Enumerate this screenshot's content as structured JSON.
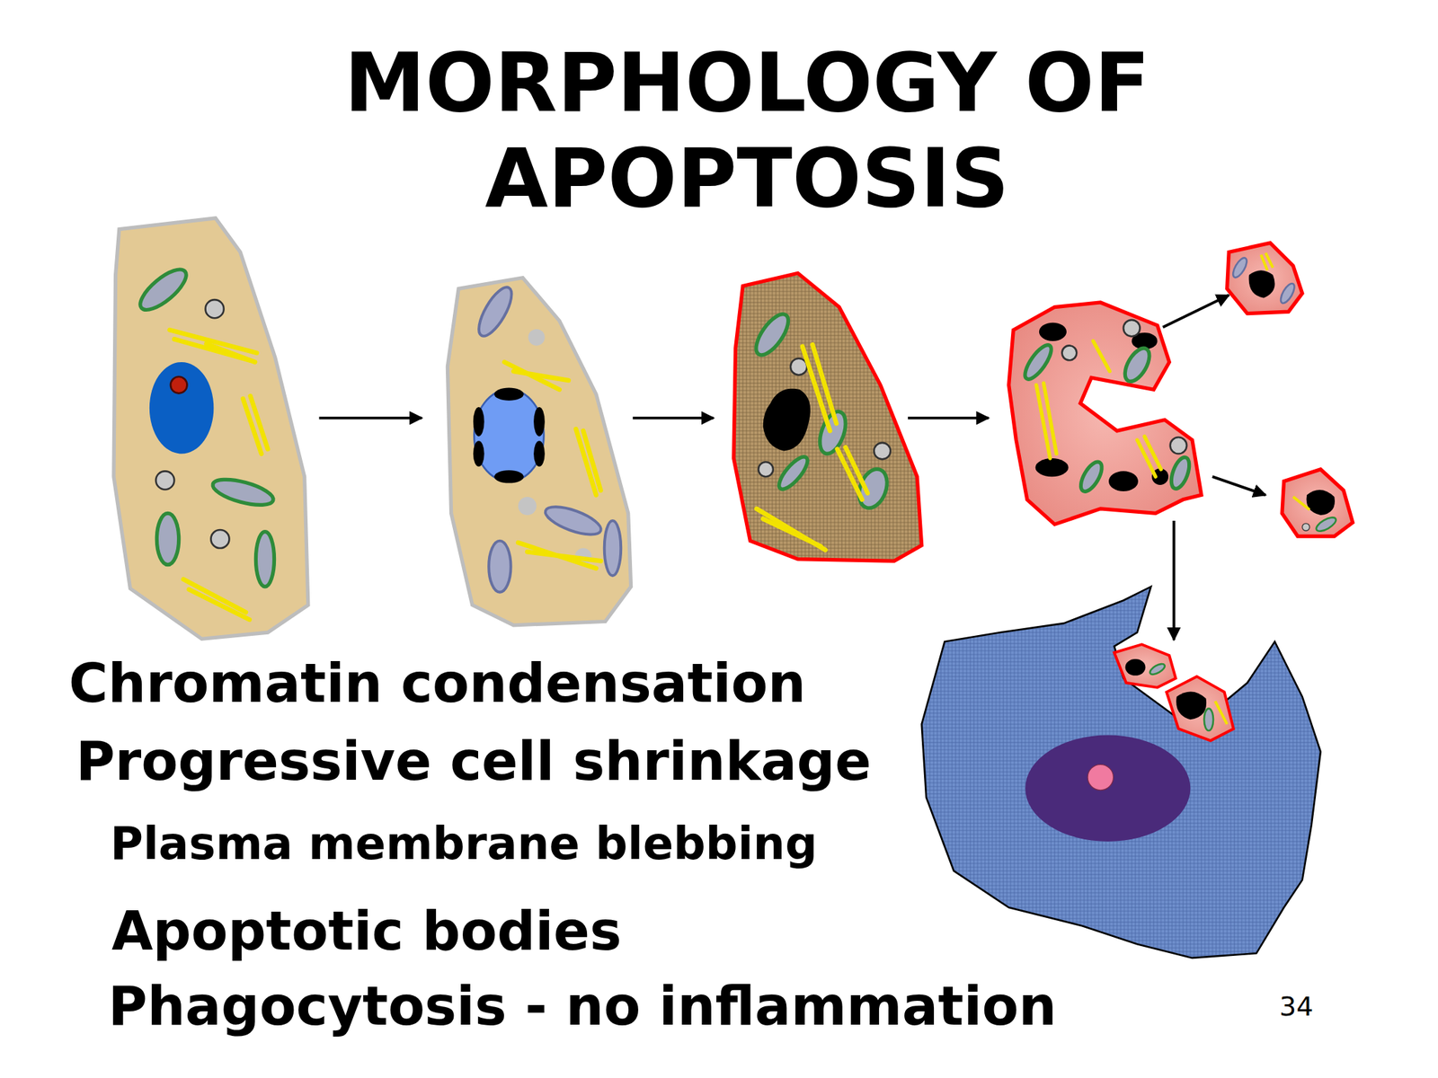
{
  "diagram": {
    "title": "MORPHOLOGY OF APOPTOSIS",
    "labels": [
      "Chromatin condensation",
      "Progressive cell shrinkage",
      "Plasma membrane blebbing",
      "Apoptotic bodies",
      "Phagocytosis - no inflammation",
      "34"
    ]
  }
}
